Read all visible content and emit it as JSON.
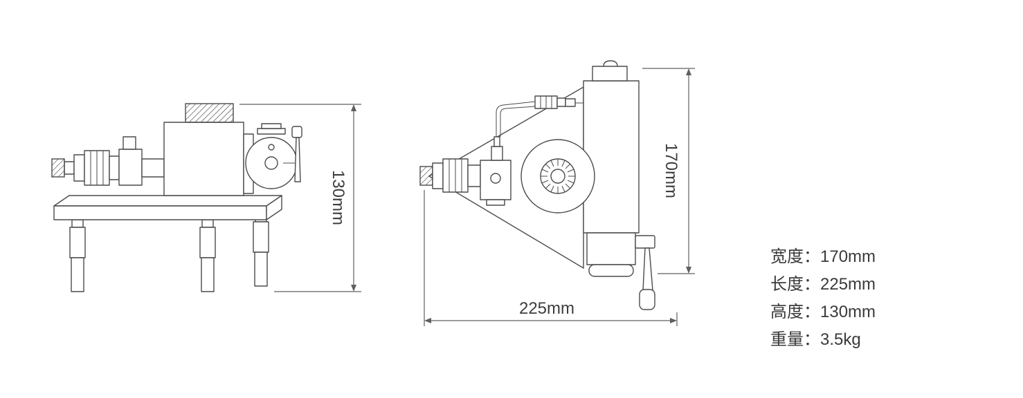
{
  "page": {
    "background": "#ffffff"
  },
  "diagram": {
    "line_color": "#4a4a4a",
    "dimension_color": "#5f5f5f",
    "side_view": {
      "height_label": "130mm"
    },
    "front_view": {
      "height_label": "170mm",
      "width_label": "225mm"
    }
  },
  "specs": {
    "items": [
      {
        "label": "宽度",
        "value": "170mm",
        "text": "宽度：170mm"
      },
      {
        "label": "长度",
        "value": "225mm",
        "text": "长度：225mm"
      },
      {
        "label": "高度",
        "value": "130mm",
        "text": "高度：130mm"
      },
      {
        "label": "重量",
        "value": "3.5kg",
        "text": "重量：3.5kg"
      }
    ]
  }
}
